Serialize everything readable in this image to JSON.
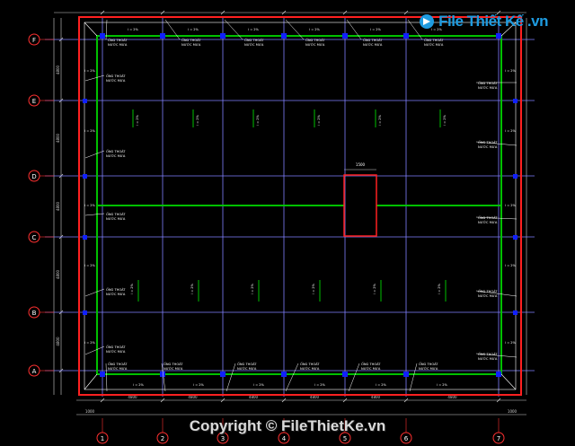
{
  "logo": {
    "text": "File Thiết Kế .vn",
    "icon": "file-logo-icon"
  },
  "copyright": "Copyright © FileThietKe.vn",
  "row_axes": [
    "F",
    "E",
    "D",
    "C",
    "B",
    "A"
  ],
  "col_axes": [
    "1",
    "2",
    "3",
    "4",
    "5",
    "6",
    "7"
  ],
  "slope_label": "i = 2%",
  "gutter_label": "ỐNG THOÁT NƯỚC MƯA",
  "gutter_label_short": "ỐNG THOÁT",
  "gutter_label_sub": "NƯỚC MƯA",
  "opening_label": "1500",
  "dims": {
    "bottom_spans": [
      "4800",
      "4800",
      "4800",
      "4800",
      "4800",
      "4800"
    ],
    "left_spans": [
      "4800",
      "4800",
      "4800",
      "4800",
      "4800"
    ],
    "edge": "1000"
  },
  "colors": {
    "background": "#000000",
    "outer_wall": "#ff2020",
    "parapet": "#00c000",
    "grid": "#8080ff",
    "axis_bubble": "#ff3030",
    "dim": "#d0d0d0",
    "text": "#ffffff",
    "opening": "#ff2020",
    "ridge": "#00c000",
    "drain": "#1020ff"
  }
}
